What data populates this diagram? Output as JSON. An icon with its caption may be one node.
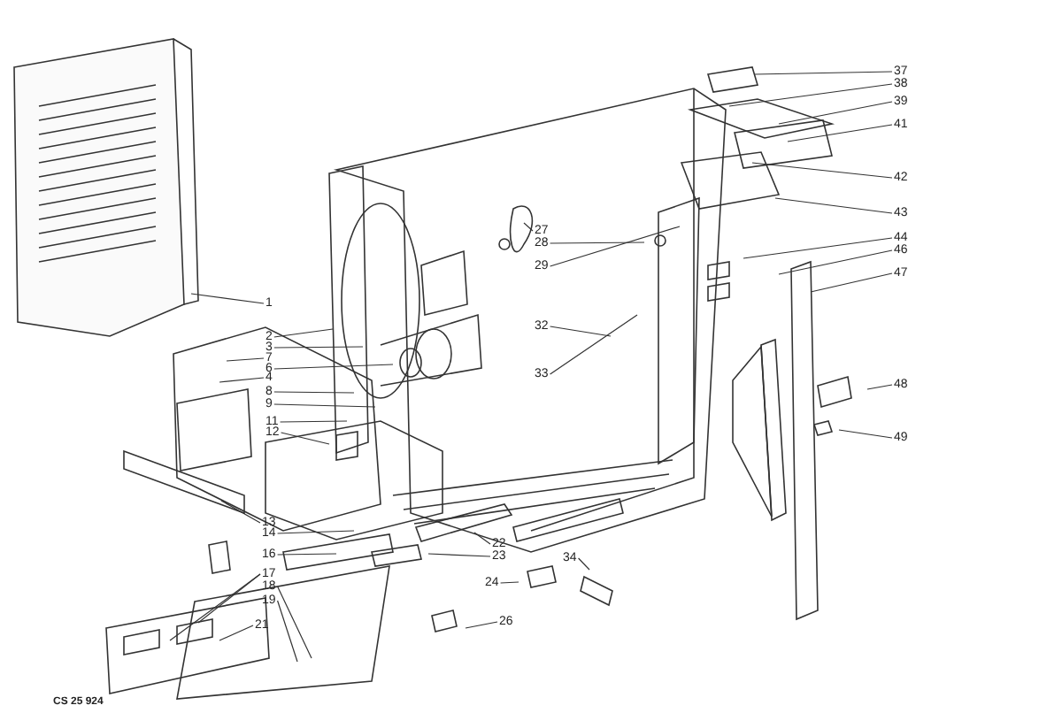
{
  "diagram": {
    "nodes": [
      {
        "text": [
          "37"
        ]
      },
      {
        "text": [
          "38"
        ]
      },
      {
        "text": [
          "39"
        ]
      },
      {
        "text": [
          "41"
        ]
      },
      {
        "text": [
          "1"
        ]
      },
      {
        "text": [
          "27"
        ]
      },
      {
        "text": [
          "28"
        ]
      },
      {
        "text": [
          "29"
        ]
      },
      {
        "text": [
          "42"
        ]
      },
      {
        "text": [
          "43"
        ]
      },
      {
        "text": [
          "44"
        ]
      },
      {
        "text": [
          "46"
        ]
      },
      {
        "text": [
          "47"
        ]
      },
      {
        "text": [
          "2"
        ]
      },
      {
        "text": [
          "3"
        ]
      },
      {
        "text": [
          "7"
        ]
      },
      {
        "text": [
          "6"
        ]
      },
      {
        "text": [
          "4"
        ]
      },
      {
        "text": [
          "32"
        ]
      },
      {
        "text": [
          "8"
        ]
      },
      {
        "text": [
          "9"
        ]
      },
      {
        "text": [
          "33"
        ]
      },
      {
        "text": [
          "11"
        ]
      },
      {
        "text": [
          "12"
        ]
      },
      {
        "text": [
          "48"
        ]
      },
      {
        "text": [
          "49"
        ]
      },
      {
        "text": [
          "13"
        ]
      },
      {
        "text": [
          "14"
        ]
      },
      {
        "text": [
          "16"
        ]
      },
      {
        "text": [
          "22"
        ]
      },
      {
        "text": [
          "23"
        ]
      },
      {
        "text": [
          "17"
        ]
      },
      {
        "text": [
          "34"
        ]
      },
      {
        "text": [
          "24"
        ]
      },
      {
        "text": [
          "18"
        ]
      },
      {
        "text": [
          "19"
        ]
      },
      {
        "text": [
          "26"
        ]
      },
      {
        "text": [
          "21"
        ]
      }
    ],
    "edges": [
      {
        "from": 0,
        "to": null,
        "arrow": "none"
      },
      {
        "from": 1,
        "to": null,
        "arrow": "none"
      },
      {
        "from": 2,
        "to": null,
        "arrow": "none"
      },
      {
        "from": 3,
        "to": null,
        "arrow": "none"
      },
      {
        "from": 4,
        "to": null,
        "arrow": "none"
      },
      {
        "from": 5,
        "to": null,
        "arrow": "none"
      },
      {
        "from": 6,
        "to": null,
        "arrow": "none"
      },
      {
        "from": 7,
        "to": null,
        "arrow": "none"
      },
      {
        "from": 8,
        "to": null,
        "arrow": "none"
      },
      {
        "from": 9,
        "to": null,
        "arrow": "none"
      },
      {
        "from": 10,
        "to": null,
        "arrow": "none"
      },
      {
        "from": 11,
        "to": null,
        "arrow": "none"
      },
      {
        "from": 12,
        "to": null,
        "arrow": "none"
      },
      {
        "from": 13,
        "to": null,
        "arrow": "none"
      },
      {
        "from": 14,
        "to": null,
        "arrow": "none"
      },
      {
        "from": 15,
        "to": null,
        "arrow": "none"
      },
      {
        "from": 16,
        "to": null,
        "arrow": "none"
      },
      {
        "from": 17,
        "to": null,
        "arrow": "none"
      },
      {
        "from": 18,
        "to": null,
        "arrow": "none"
      },
      {
        "from": 19,
        "to": null,
        "arrow": "none"
      },
      {
        "from": 20,
        "to": null,
        "arrow": "none"
      },
      {
        "from": 21,
        "to": null,
        "arrow": "none"
      },
      {
        "from": 22,
        "to": null,
        "arrow": "none"
      },
      {
        "from": 23,
        "to": null,
        "arrow": "none"
      },
      {
        "from": 24,
        "to": null,
        "arrow": "none"
      },
      {
        "from": 25,
        "to": null,
        "arrow": "none"
      },
      {
        "from": 26,
        "to": null,
        "arrow": "none"
      },
      {
        "from": 27,
        "to": null,
        "arrow": "none"
      },
      {
        "from": 28,
        "to": null,
        "arrow": "none"
      },
      {
        "from": 29,
        "to": null,
        "arrow": "none"
      },
      {
        "from": 30,
        "to": null,
        "arrow": "none"
      },
      {
        "from": 31,
        "to": null,
        "arrow": "none"
      },
      {
        "from": 31,
        "to": null,
        "arrow": "none"
      },
      {
        "from": 32,
        "to": null,
        "arrow": "none"
      },
      {
        "from": 33,
        "to": null,
        "arrow": "none"
      },
      {
        "from": 34,
        "to": null,
        "arrow": "none"
      },
      {
        "from": 35,
        "to": null,
        "arrow": "none"
      },
      {
        "from": 36,
        "to": null,
        "arrow": "none"
      },
      {
        "from": 37,
        "to": null,
        "arrow": "none"
      }
    ],
    "labels": [
      "CS 25 924"
    ]
  }
}
